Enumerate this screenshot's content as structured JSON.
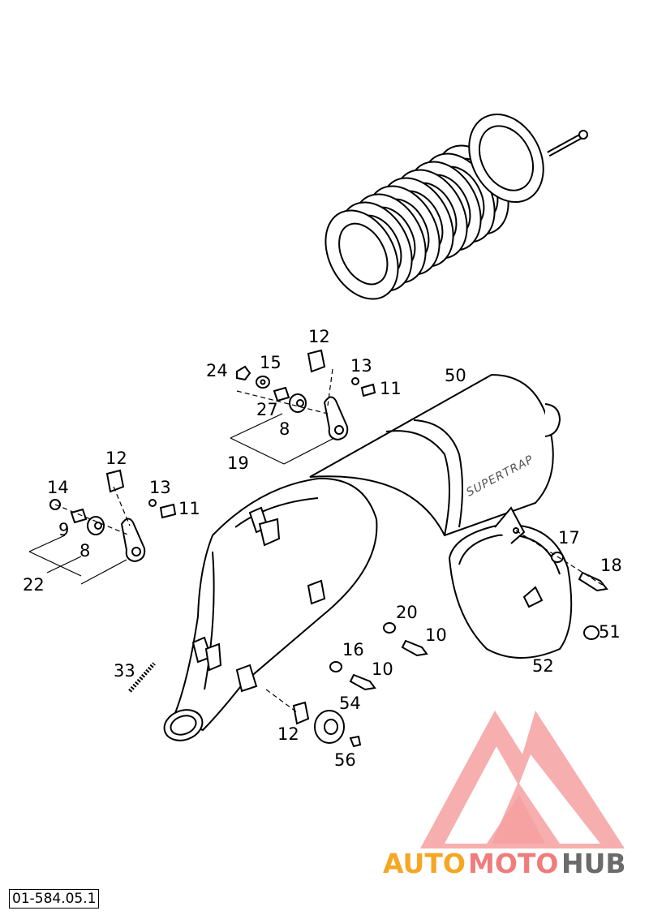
{
  "part_labels": [
    {
      "id": "l24",
      "text": "24"
    },
    {
      "id": "l15",
      "text": "15"
    },
    {
      "id": "l12a",
      "text": "12"
    },
    {
      "id": "l13a",
      "text": "13"
    },
    {
      "id": "l11a",
      "text": "11"
    },
    {
      "id": "l50",
      "text": "50"
    },
    {
      "id": "l27",
      "text": "27"
    },
    {
      "id": "l8a",
      "text": "8"
    },
    {
      "id": "l19",
      "text": "19"
    },
    {
      "id": "l12b",
      "text": "12"
    },
    {
      "id": "l14",
      "text": "14"
    },
    {
      "id": "l13b",
      "text": "13"
    },
    {
      "id": "l11b",
      "text": "11"
    },
    {
      "id": "l9",
      "text": "9"
    },
    {
      "id": "l8b",
      "text": "8"
    },
    {
      "id": "l22",
      "text": "22"
    },
    {
      "id": "l17",
      "text": "17"
    },
    {
      "id": "l18",
      "text": "18"
    },
    {
      "id": "l20",
      "text": "20"
    },
    {
      "id": "l10a",
      "text": "10"
    },
    {
      "id": "l51",
      "text": "51"
    },
    {
      "id": "l16",
      "text": "16"
    },
    {
      "id": "l10b",
      "text": "10"
    },
    {
      "id": "l52",
      "text": "52"
    },
    {
      "id": "l33",
      "text": "33"
    },
    {
      "id": "l54",
      "text": "54"
    },
    {
      "id": "l12c",
      "text": "12"
    },
    {
      "id": "l56",
      "text": "56"
    }
  ],
  "muffler_brand": "SUPERTRAP",
  "diagram_code": "01-584.05.1",
  "watermark": {
    "part1": "AUTO",
    "part2": "MOTO",
    "part3": "HUB",
    "color_orange": "#f5a623",
    "color_red": "#f07c7c",
    "color_gray": "#6b6b6b"
  }
}
